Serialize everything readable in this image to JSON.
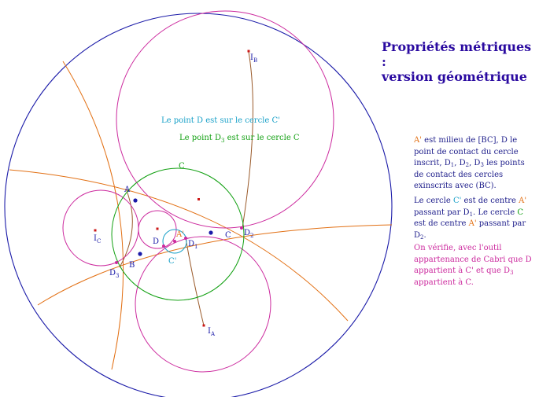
{
  "title": {
    "line1": "Propriétés métriques :",
    "line2": "version géométrique"
  },
  "canvas_notes": {
    "note_d": "Le point D est sur le cercle C'",
    "note_d3_a": "Le point D",
    "note_d3_sub": "3",
    "note_d3_b": " est sur le cercle C"
  },
  "labels": {
    "A": "A",
    "B": "B",
    "C": "C",
    "D": "D",
    "Aprime": "A'",
    "D1": "D",
    "D1_sub": "1",
    "D2": "D",
    "D2_sub": "2",
    "D3": "D",
    "D3_sub": "3",
    "IA": "I",
    "IA_sub": "A",
    "IB": "I",
    "IB_sub": "B",
    "IC": "I",
    "IC_sub": "C",
    "circleC": "C",
    "circleCprime": "C'"
  },
  "paragraphs": {
    "p1": {
      "a1": "A'",
      "t1": " est milieu de [BC], D le point de contact du cercle inscrit, D",
      "s1": "1",
      "t2": ", D",
      "s2": "2",
      "t3": ", D",
      "s3": "3",
      "t4": " les points de contact des cercles exinscrits avec (BC)."
    },
    "p2": {
      "t1": "Le cercle ",
      "c1": "C'",
      "t2": " est de centre ",
      "a1": "A'",
      "t3": " passant par D",
      "s1": "1",
      "t4": ". Le cercle ",
      "c2": "C",
      "t5": " est de centre ",
      "a2": "A'",
      "t6": " passant par D",
      "s2": "2",
      "t7": "."
    },
    "p3": {
      "t1": "On vérifie, avec l'outil appartenance de Cabri que D appartient à C' et que D",
      "s1": "3",
      "t2": " appartient à C."
    }
  },
  "colors": {
    "outer_circle": "#1a1aa8",
    "excircles": "#cc2a9e",
    "incircle": "#cc2a9e",
    "circle_C": "#12a012",
    "circle_Cprime": "#18a0c8",
    "orange_arcs": "#e27014",
    "brown_arcs": "#9a5a2a",
    "points": "#1a1aa8",
    "centers": "#cc1818",
    "title": "#2a0aa0"
  }
}
